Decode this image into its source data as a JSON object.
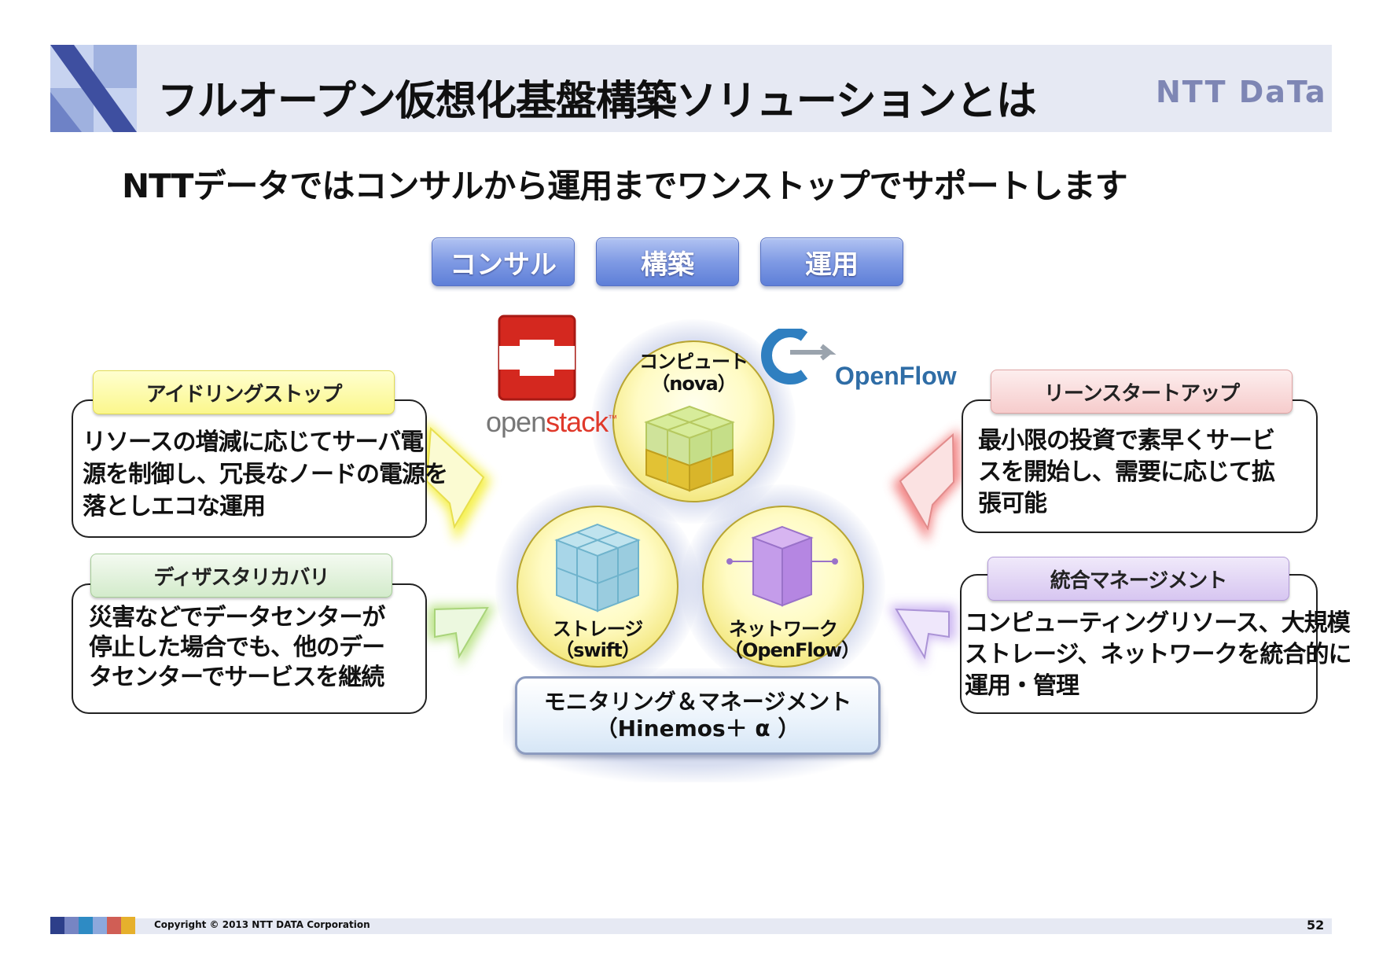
{
  "header": {
    "title": "フルオープン仮想化基盤構築ソリューションとは",
    "logo": "NTT DaTa"
  },
  "subtitle": "NTTデータではコンサルから運用までワンストップでサポートします",
  "services": [
    "コンサル",
    "構築",
    "運用"
  ],
  "left_panels": [
    {
      "tag": "アイドリングストップ",
      "lines": [
        "リソースの増減に応じてサーバ電",
        "源を制御し、冗長なノードの電源を",
        "落としエコな運用"
      ]
    },
    {
      "tag": "ディザスタリカバリ",
      "lines": [
        "災害などでデータセンターが",
        "停止した場合でも、他のデー",
        "タセンターでサービスを継続"
      ]
    }
  ],
  "right_panels": [
    {
      "tag": "リーンスタートアップ",
      "lines": [
        "最小限の投資で素早くサービ",
        "スを開始し、需要に応じて拡",
        "張可能"
      ]
    },
    {
      "tag": "統合マネージメント",
      "lines": [
        "コンピューティングリソース、大規模",
        "ストレージ、ネットワークを統合的に",
        "運用・管理"
      ]
    }
  ],
  "orbs": {
    "compute": {
      "line1": "コンピュート",
      "line2": "（nova）"
    },
    "storage": {
      "line1": "ストレージ",
      "line2": "（swift）"
    },
    "network": {
      "line1": "ネットワーク",
      "line2": "（OpenFlow）"
    }
  },
  "monitoring": {
    "line1": "モニタリング＆マネージメント",
    "line2": "（Hinemos＋ α ）"
  },
  "logos": {
    "openstack_open": "open",
    "openstack_stack": "stack",
    "openflow": "OpenFlow"
  },
  "footer": {
    "copyright": "Copyright © 2013 NTT DATA Corporation",
    "page": "52"
  },
  "colors": {
    "header_band": "#e6e9f3",
    "service_button": "#6f8ee0",
    "tag_idle": "#fbf78c",
    "tag_dr": "#d3ebcb",
    "tag_lean": "#f6cccc",
    "tag_manage": "#d7c6f1",
    "orb": "#fffbc4"
  }
}
